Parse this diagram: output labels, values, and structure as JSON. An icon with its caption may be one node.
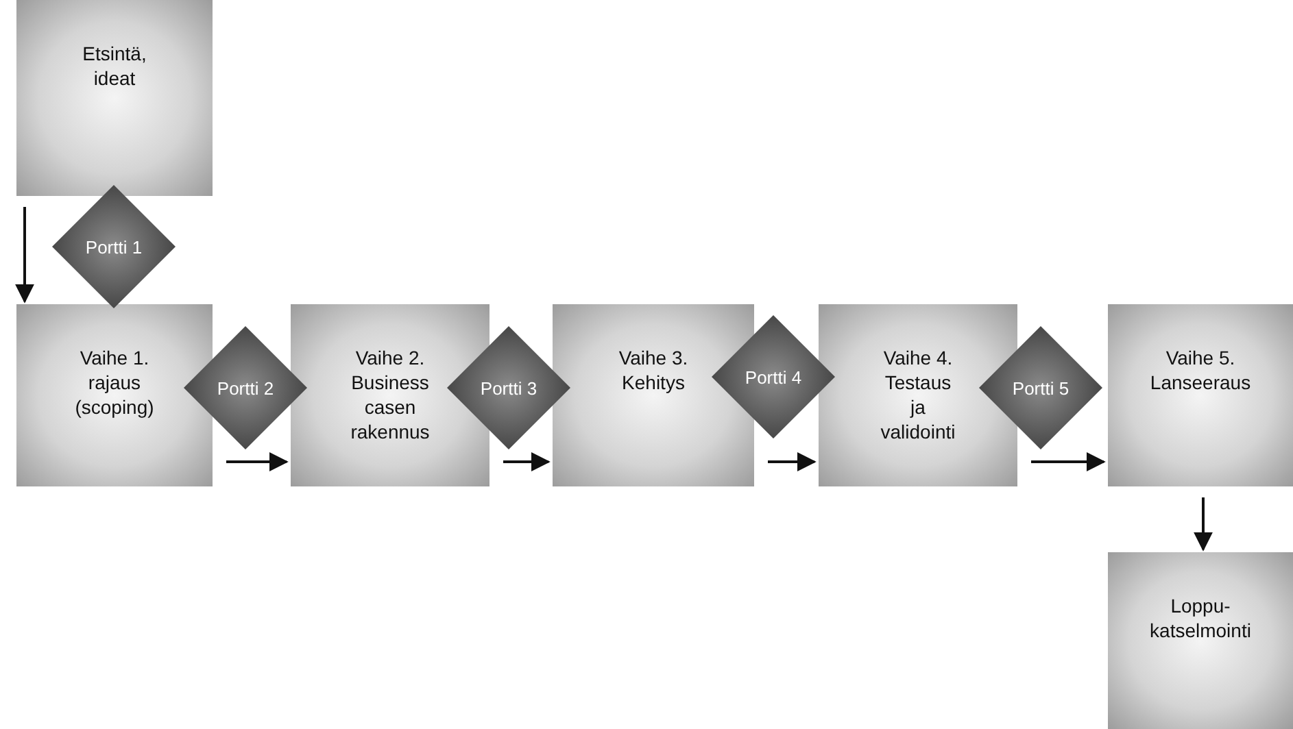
{
  "diagram": {
    "nodes": [
      {
        "text": [
          "Etsintä, ideat"
        ]
      },
      {
        "text": [
          "Portti 1"
        ]
      },
      {
        "text": [
          "Vaihe 1. rajaus (scoping)"
        ]
      },
      {
        "text": [
          "Portti 2"
        ]
      },
      {
        "text": [
          "Vaihe 2. Business casen rakennus"
        ]
      },
      {
        "text": [
          "Portti 3"
        ]
      },
      {
        "text": [
          "Vaihe 3. Kehitys"
        ]
      },
      {
        "text": [
          "Portti 4"
        ]
      },
      {
        "text": [
          "Vaihe 4. Testaus ja validointi"
        ]
      },
      {
        "text": [
          "Portti 5"
        ]
      },
      {
        "text": [
          "Vaihe 5. Lanseeraus"
        ]
      },
      {
        "text": [
          "Loppu-katselmointi"
        ]
      }
    ],
    "edges": [
      {
        "from": 0,
        "to": 2,
        "arrow": "to"
      },
      {
        "from": 2,
        "to": 4,
        "arrow": "to"
      },
      {
        "from": 4,
        "to": 6,
        "arrow": "to"
      },
      {
        "from": 6,
        "to": 8,
        "arrow": "to"
      },
      {
        "from": 8,
        "to": 10,
        "arrow": "to"
      },
      {
        "from": 10,
        "to": 11,
        "arrow": "to"
      }
    ]
  }
}
